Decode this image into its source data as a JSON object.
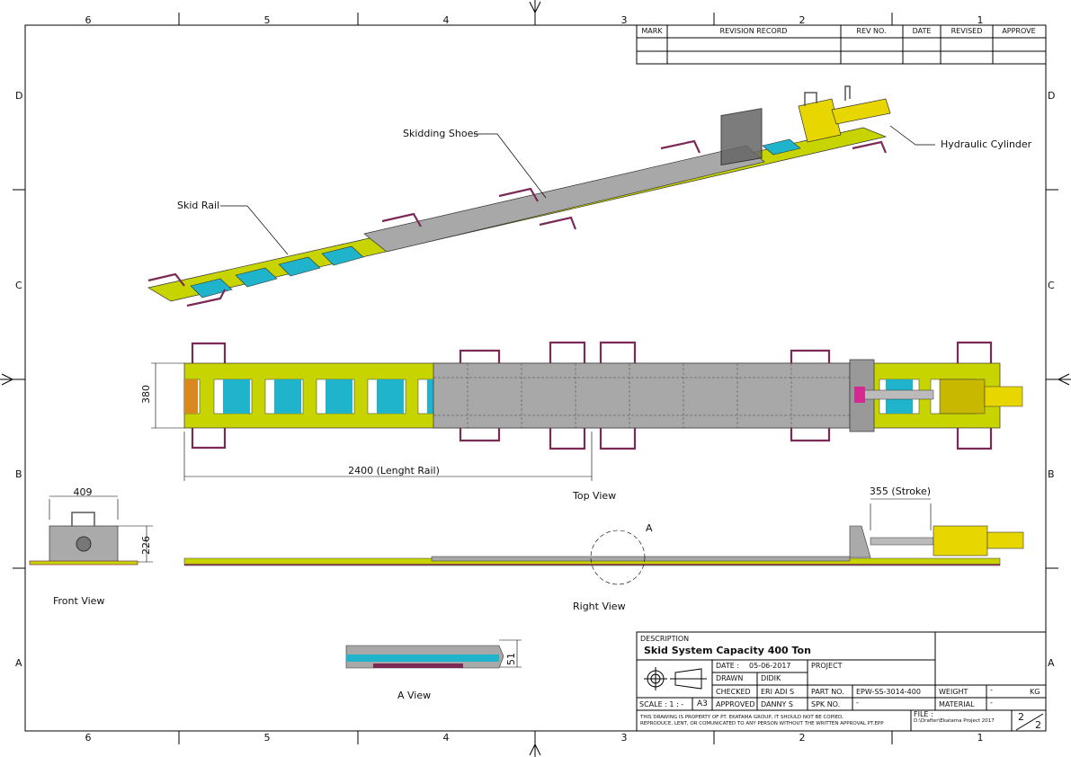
{
  "zones": {
    "columns": [
      "6",
      "5",
      "4",
      "3",
      "2",
      "1"
    ],
    "rows": [
      "D",
      "C",
      "B",
      "A"
    ]
  },
  "revision_table": {
    "headers": [
      "MARK",
      "REVISION RECORD",
      "REV NO.",
      "DATE",
      "REVISED",
      "APPROVE"
    ]
  },
  "callouts": {
    "skid_rail": "Skid Rail",
    "skidding_shoes": "Skidding Shoes",
    "hydraulic_cylinder": "Hydraulic Cylinder"
  },
  "dimensions": {
    "width_top": "380",
    "length_rail": "2400 (Lenght Rail)",
    "front_width": "409",
    "front_height": "226",
    "stroke": "355 (Stroke)",
    "a_view_height": "51"
  },
  "views": {
    "top": "Top View",
    "front": "Front View",
    "right": "Right View",
    "a_view": "A  View",
    "detail_marker": "A"
  },
  "colors": {
    "rail": "#c8d400",
    "pad": "#1fb3cc",
    "shoe": "#a8a8a8",
    "handle": "#7a2a55",
    "cylinder": "#e8d600"
  },
  "title_block": {
    "description_label": "DESCRIPTION",
    "description": "Skid System Capacity 400 Ton",
    "date_label": "DATE :",
    "date": "05-06-2017",
    "project_label": "PROJECT",
    "drawn_label": "DRAWN",
    "drawn": "DIDIK",
    "checked_label": "CHECKED",
    "checked": "ERI ADI S",
    "part_no_label": "PART NO.",
    "part_no": "EPW-SS-3014-400",
    "weight_label": "WEIGHT",
    "weight": "-",
    "weight_unit": "KG",
    "scale": "SCALE : 1 : -",
    "paper": "A3",
    "approved_label": "APPROVED",
    "approved": "DANNY S",
    "spk_label": "SPK NO.",
    "spk": "-",
    "material_label": "MATERIAL",
    "material": "-",
    "notice_1": "THIS DRAWING IS PROPERTY OF PT. EKATAMA GROUP, IT SHOULD NOT BE COPIED,",
    "notice_2": "REPRODUCE, LENT, OR COMUNICATED TO ANY PERSON WITHOUT THE WRITTEN APPROVAL PT.EPP",
    "file_label": "FILE :",
    "file": "D:\\Drafter\\Ekatama Project 2017",
    "sheet": "2",
    "sheets": "2"
  }
}
